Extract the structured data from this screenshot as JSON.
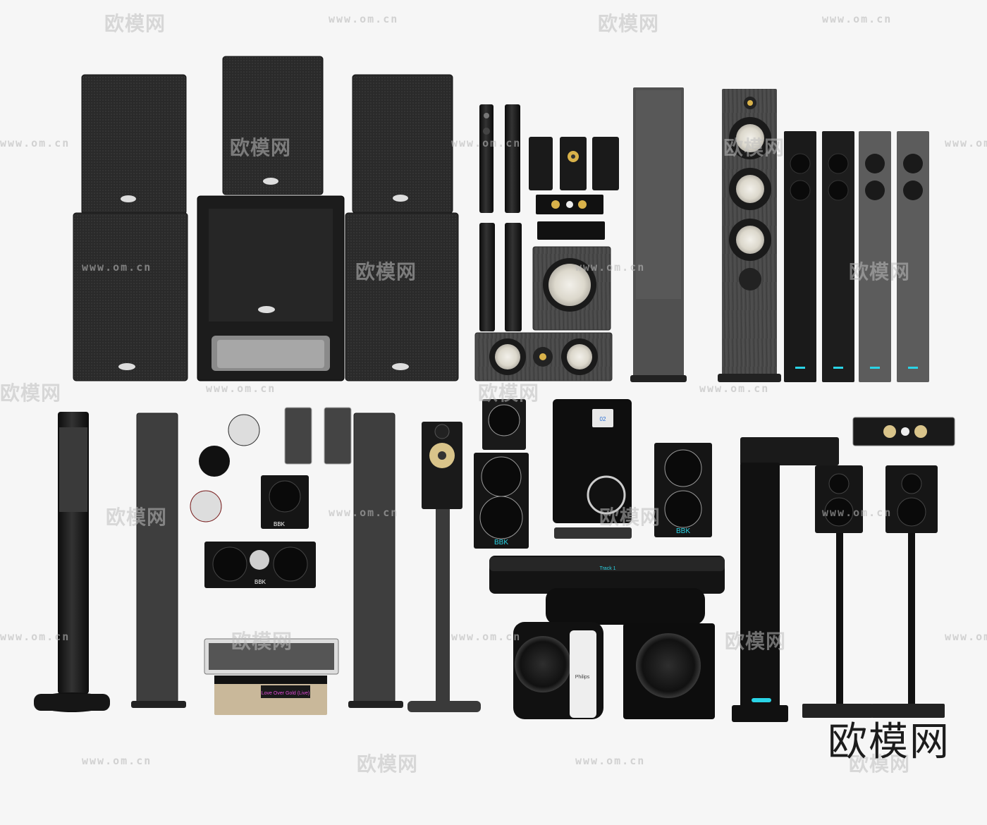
{
  "watermark": {
    "logo_text": "欧模网",
    "url_text": "www.om.cn"
  },
  "brand_stamp": "欧模网",
  "device_labels": {
    "bbk_badge": "BBK",
    "philips_badge": "Philips",
    "soundbar_display": "Track 1",
    "receiver_display": "Love Over Gold (Live)",
    "sub_display": "02"
  },
  "colors": {
    "background": "#f6f6f6",
    "speaker_black": "#1e1e1e",
    "speaker_grey": "#5a5a5a",
    "cone_white": "#e9e6dc",
    "tweeter_gold": "#d9b24a",
    "accent_cyan": "#2ad4e6"
  }
}
